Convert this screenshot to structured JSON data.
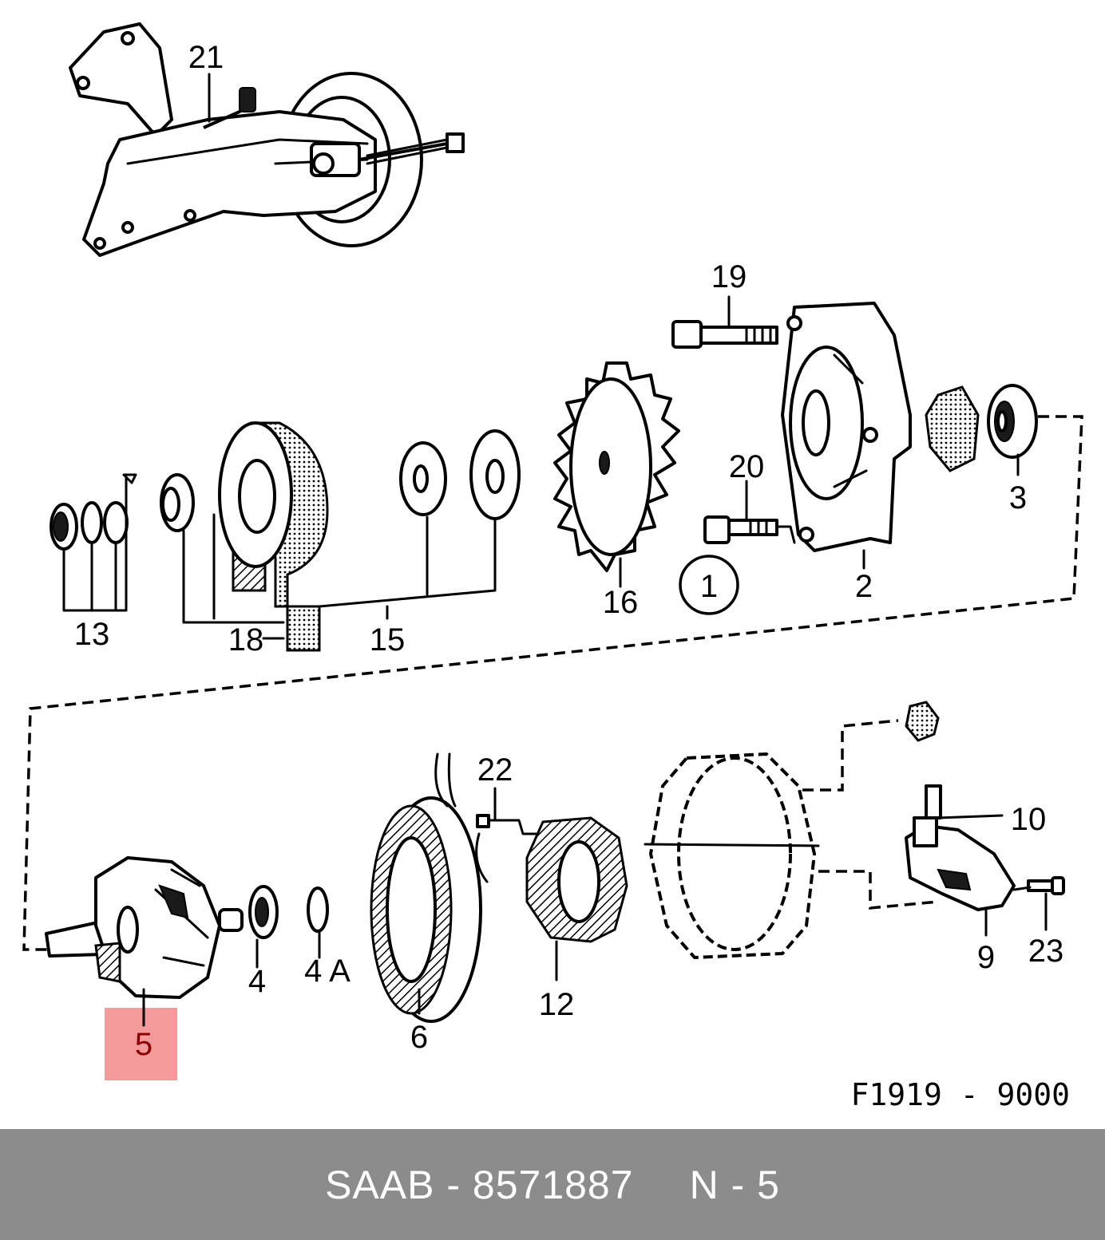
{
  "callouts": {
    "n21": "21",
    "n19": "19",
    "n20": "20",
    "n1": "1",
    "n2": "2",
    "n3": "3",
    "n16": "16",
    "n13": "13",
    "n18": "18",
    "n15": "15",
    "n22": "22",
    "n10": "10",
    "n23": "23",
    "n9": "9",
    "n12": "12",
    "n6": "6",
    "n4": "4",
    "n4a": "4 A",
    "n5": "5"
  },
  "highlight": {
    "part": "5",
    "color": "#f59a9a",
    "text_color": "#8b0000"
  },
  "figure_code": "F1919 - 9000",
  "footer": {
    "brand_part": "SAAB - 8571887",
    "position": "N - 5",
    "background": "#8c8c8c"
  }
}
